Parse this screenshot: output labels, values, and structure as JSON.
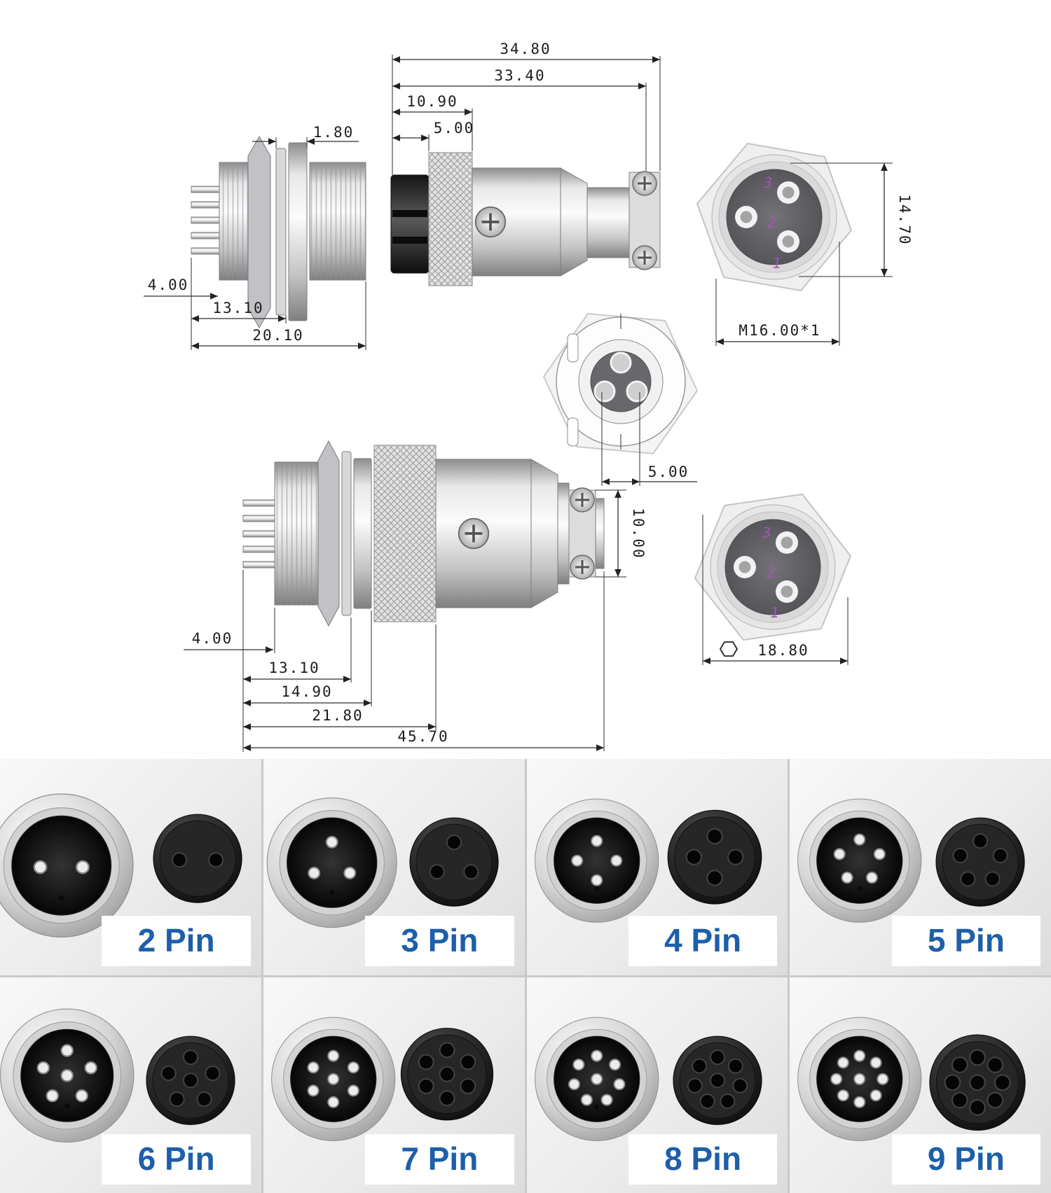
{
  "diagram": {
    "pin_number_color": "#a653b8",
    "socket_side": {
      "dim_flange": "1.80",
      "dim_pin": "4.00",
      "dim_body": "13.10",
      "dim_total": "20.10"
    },
    "plug_side": {
      "dim_total": "34.80",
      "dim_body": "33.40",
      "dim_front": "10.90",
      "dim_knurl": "5.00"
    },
    "front_face": {
      "dim_pin_span": "14.70",
      "dim_thread": "M16.00*1",
      "pins": [
        "3",
        "2",
        "1"
      ]
    },
    "rear_face": {
      "dim_key": "5.00"
    },
    "assembly_side": {
      "dim_tail": "10.00",
      "dim_pin": "4.00",
      "dim_a": "13.10",
      "dim_b": "14.90",
      "dim_c": "21.80",
      "dim_total": "45.70"
    },
    "hex_face": {
      "dim_across_flats": "18.80",
      "pins": [
        "3",
        "2",
        "1"
      ]
    }
  },
  "gallery": {
    "label_color": "#1d5fa9",
    "items": [
      {
        "label": "2 Pin",
        "pins": 2
      },
      {
        "label": "3 Pin",
        "pins": 3
      },
      {
        "label": "4 Pin",
        "pins": 4
      },
      {
        "label": "5 Pin",
        "pins": 5
      },
      {
        "label": "6 Pin",
        "pins": 6
      },
      {
        "label": "7 Pin",
        "pins": 7
      },
      {
        "label": "8 Pin",
        "pins": 8
      },
      {
        "label": "9 Pin",
        "pins": 9
      }
    ]
  }
}
